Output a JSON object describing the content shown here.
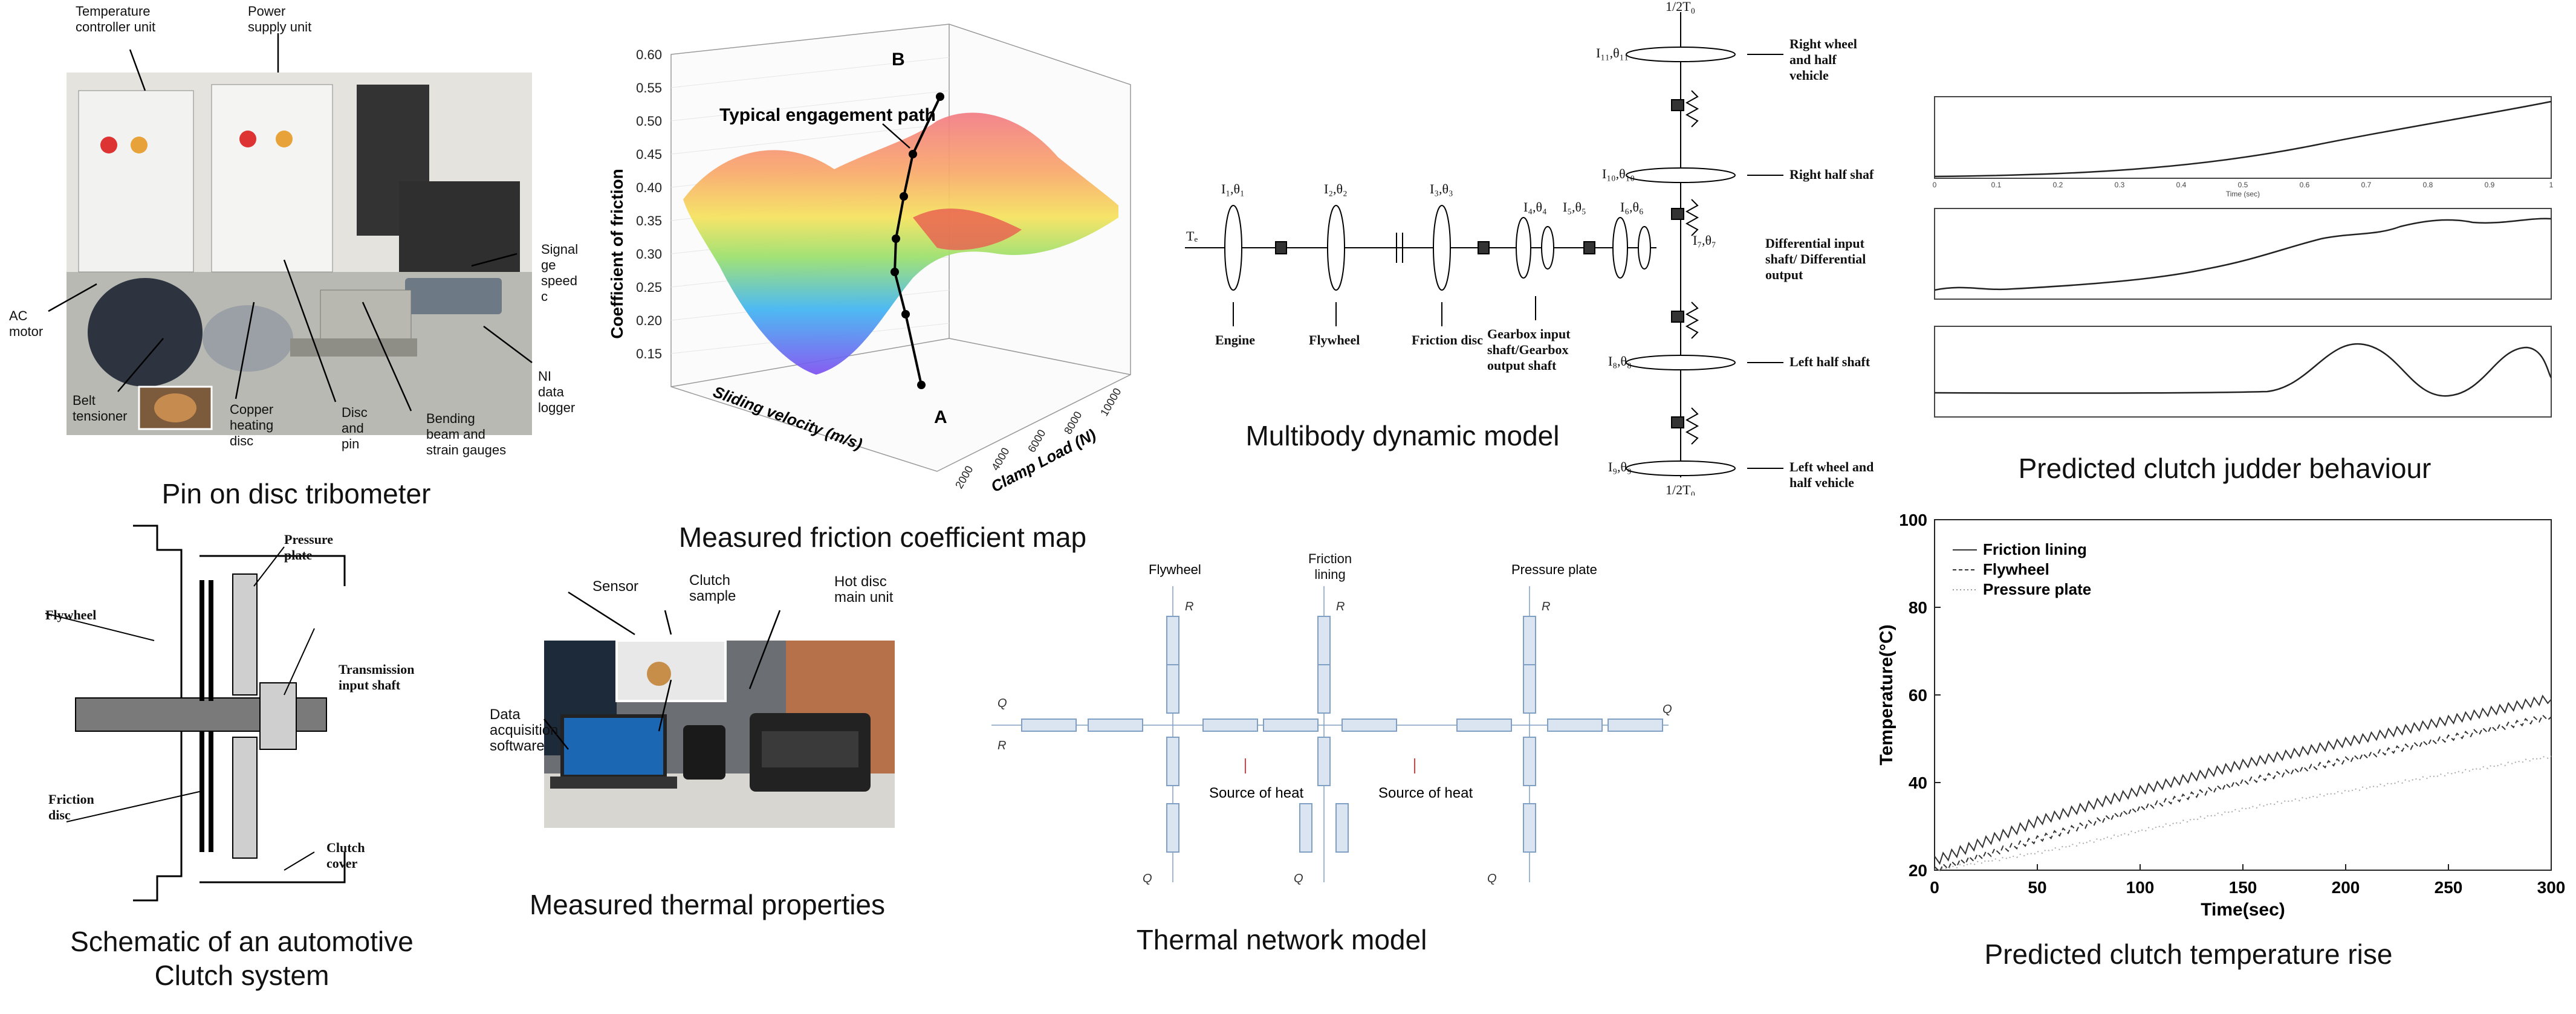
{
  "captions": {
    "tribometer": "Pin on disc tribometer",
    "friction_map": "Measured friction coefficient map",
    "multibody": "Multibody dynamic model",
    "judder": "Predicted clutch judder behaviour",
    "schematic_line1": "Schematic of an automotive",
    "schematic_line2": "Clutch system",
    "thermal_props": "Measured thermal properties",
    "thermal_network": "Thermal network model",
    "temp_rise": "Predicted clutch temperature rise"
  },
  "tribometer": {
    "temp_controller": "Temperature controller unit",
    "power_supply": "Power supply unit",
    "signal_gen": "Signal ge speed c",
    "ac_motor": "AC motor",
    "ni_logger": "NI data logger",
    "belt_tensioner": "Belt tensioner",
    "copper_disc": "Copper heating disc",
    "disc_pin": "Disc and pin",
    "bending_beam": "Bending beam and strain gauges"
  },
  "friction_map": {
    "path_label": "Typical engagement path",
    "point_b": "B",
    "point_a": "A",
    "z_axis_label": "Coefficient of friction",
    "z_ticks": [
      "0.60",
      "0.55",
      "0.50",
      "0.45",
      "0.40",
      "0.35",
      "0.30",
      "0.25",
      "0.20",
      "0.15"
    ],
    "x_axis_label": "Sliding velocity (m/s)",
    "y_axis_label": "Clamp Load (N)",
    "y_ticks": [
      "2000",
      "4000",
      "6000",
      "8000",
      "10000"
    ]
  },
  "multibody": {
    "top_label": "1/2T₀",
    "bottom_label": "1/2T₀",
    "input_torque": "Tₑ",
    "engine": "Engine",
    "flywheel": "Flywheel",
    "friction_disc": "Friction disc",
    "gearbox": "Gearbox input shaft/Gearbox output shaft",
    "differential": "Differential input shaft/ Differential output",
    "right_wheel": "Right wheel and half vehicle",
    "right_half_shaft": "Right half shaft",
    "left_half_shaft": "Left half shaft",
    "left_wheel": "Left wheel and half vehicle",
    "inertia_labels": [
      "I₁,θ₁",
      "I₂,θ₂",
      "I₃,θ₃",
      "I₄,θ₄",
      "I₅,θ₅",
      "I₆,θ₆",
      "I₇,θ₇",
      "I₈,θ₈",
      "I₉,θ₉",
      "I₁₀,θ₁₀",
      "I₁₁,θ₁₁"
    ]
  },
  "judder": {
    "x_label": "Time (sec)",
    "x_ticks": [
      "0",
      "0.1",
      "0.2",
      "0.3",
      "0.4",
      "0.5",
      "0.6",
      "0.7",
      "0.8",
      "0.9",
      "1"
    ]
  },
  "schematic": {
    "flywheel": "Flywheel",
    "pressure_plate": "Pressure plate",
    "transmission_shaft": "Transmission input shaft",
    "friction_disc": "Friction disc",
    "clutch_cover": "Clutch cover"
  },
  "thermal_props": {
    "sensor": "Sensor",
    "clutch_sample": "Clutch sample",
    "hot_disc": "Hot disc main unit",
    "daq": "Data acquisition software"
  },
  "thermal_network": {
    "flywheel": "Flywheel",
    "friction_lining": "Friction lining",
    "pressure_plate": "Pressure plate",
    "source_heat_1": "Source of heat",
    "source_heat_2": "Source of heat"
  },
  "colors": {
    "surface_high": "#f27b84",
    "surface_low": "#7d4ff0",
    "path_line": "#000000",
    "resistor_fill": "#dbe5f1",
    "resistor_stroke": "#7f9fc4",
    "heat_arrow": "#e04040"
  },
  "chart_data": {
    "type": "line",
    "title": "",
    "xlabel": "Time(sec)",
    "ylabel": "Temperature(°C)",
    "xlim": [
      0,
      300
    ],
    "ylim": [
      20,
      100
    ],
    "x_ticks": [
      0,
      50,
      100,
      150,
      200,
      250,
      300
    ],
    "y_ticks": [
      20,
      40,
      60,
      80,
      100
    ],
    "legend_position": "top-left",
    "series": [
      {
        "name": "Friction lining",
        "x": [
          0,
          50,
          100,
          150,
          200,
          250,
          300
        ],
        "y": [
          22,
          31,
          38,
          44,
          49,
          54,
          59
        ]
      },
      {
        "name": "Flywheel",
        "x": [
          0,
          50,
          100,
          150,
          200,
          250,
          300
        ],
        "y": [
          20,
          27,
          34,
          40,
          45,
          50,
          55
        ]
      },
      {
        "name": "Pressure plate",
        "x": [
          0,
          50,
          100,
          150,
          200,
          250,
          300
        ],
        "y": [
          20,
          24,
          29,
          34,
          38,
          42,
          46
        ]
      }
    ]
  }
}
